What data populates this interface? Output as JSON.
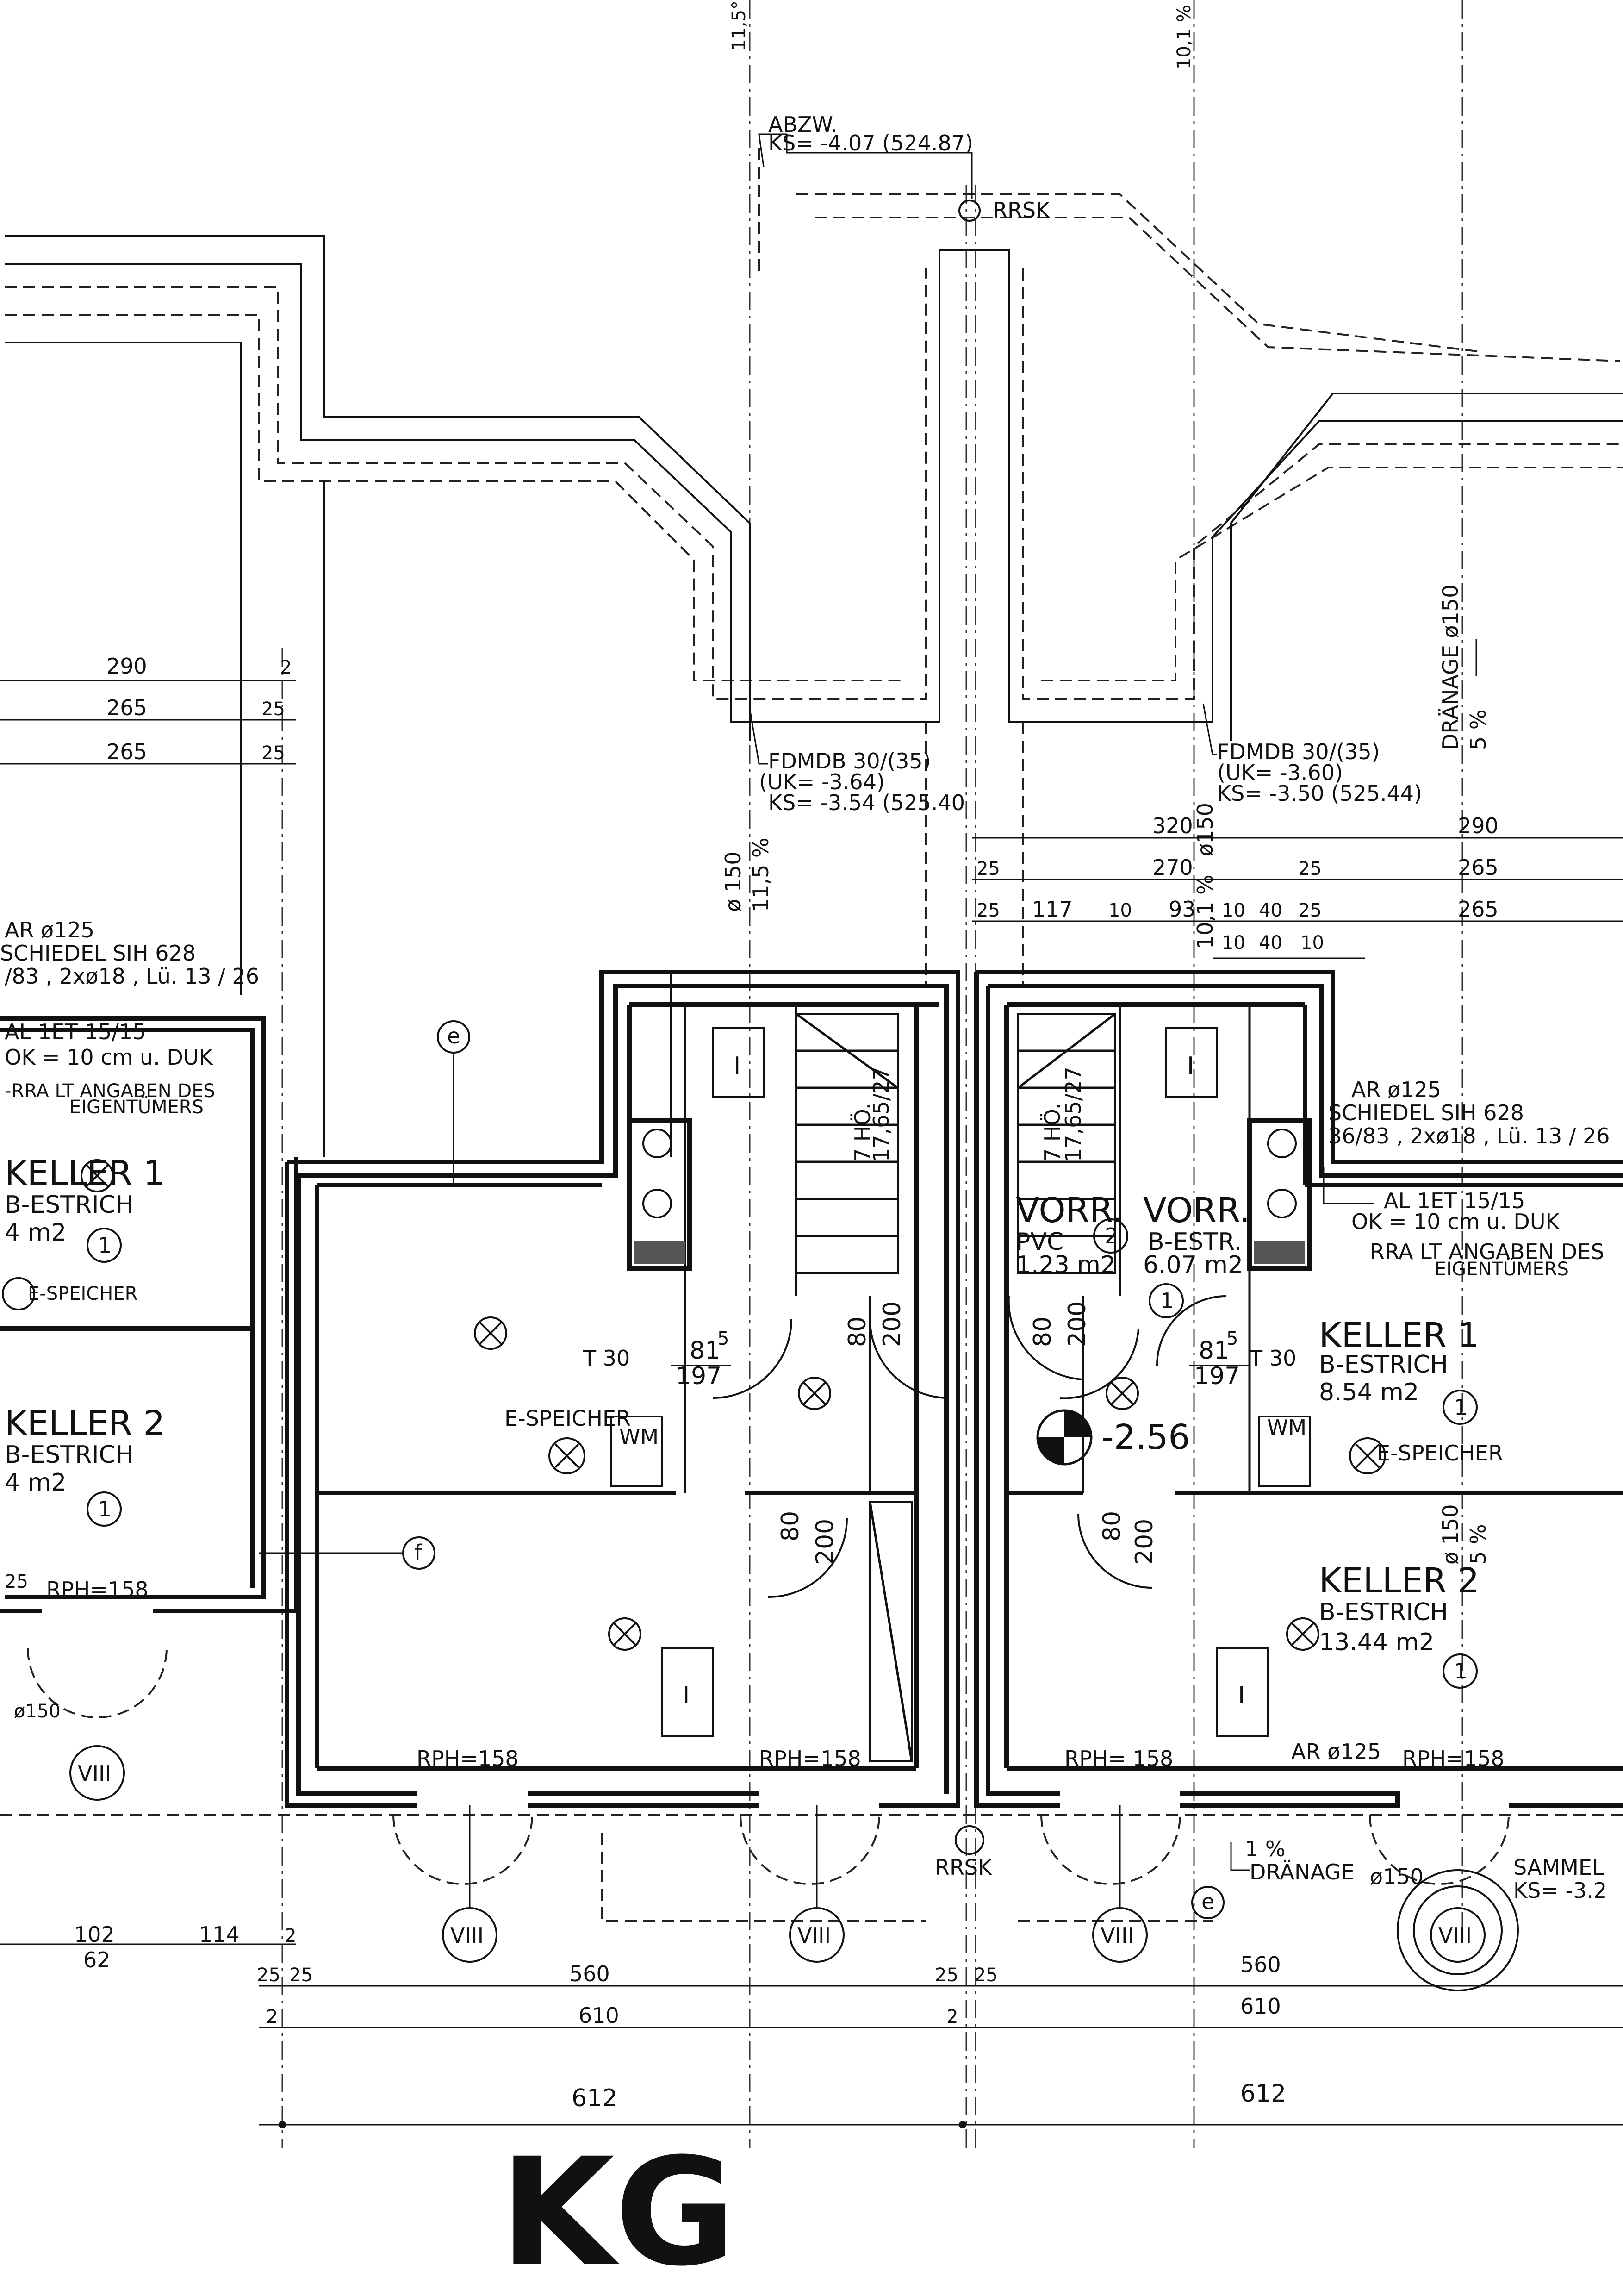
{
  "top": {
    "slope_left": "11,5°",
    "slope_right": "10,1 %",
    "abzw_label": "ABZW.",
    "abzw_ks": "KS= -4.07 (524.87)",
    "rrsk_top": "RRSK"
  },
  "dims_left": {
    "d290": "290",
    "d265a": "265",
    "d265b": "265",
    "d2": "2",
    "d25a": "25",
    "d25b": "25"
  },
  "fdmdb_left": {
    "l1": "FDMDB  30/(35)",
    "l2": "(UK= -3.64)",
    "l3": "KS= -3.54 (525.40"
  },
  "fdmdb_right": {
    "l1": "FDMDB  30/(35)",
    "l2": "(UK= -3.60)",
    "l3": "KS= -3.50 (525.44)"
  },
  "drain_right": {
    "label": "DRÄNAGE ø150",
    "slope": "5 %"
  },
  "mid_dims": {
    "d320": "320",
    "d290": "290",
    "d270": "270",
    "d265a": "265",
    "d265b": "265",
    "d25a": "25",
    "d25b": "25",
    "d25c": "25",
    "d25d": "25",
    "d117": "117",
    "d10a": "10",
    "d93": "93",
    "d10b": "10",
    "d40a": "40",
    "d10c": "10",
    "d40b": "40",
    "d10d": "10",
    "pipe_l": "ø 150",
    "pipe_l_slope": "11,5 %",
    "pipe_r": "ø150",
    "pipe_r_slope": "10,1 %"
  },
  "left_notes": {
    "ar": "AR ø125",
    "schiedel": "SCHIEDEL SIH 628",
    "schiedel_dim": "/83 , 2xø18 , Lü. 13 / 26",
    "al": "AL 1ET 15/15",
    "ok": "OK = 10 cm  u. DUK",
    "rra": "-RRA LT ANGABEN DES",
    "rra2": "EIGENTÜMERS"
  },
  "right_notes": {
    "ar": "AR ø125",
    "schiedel": "SCHIEDEL SIH 628",
    "schiedel_dim": "36/83 , 2xø18 , Lü. 13 / 26",
    "al": "AL 1ET 15/15",
    "ok": "OK = 10 cm  u. DUK",
    "rra": "RRA LT ANGABEN DES",
    "rra2": "EIGENTÜMERS"
  },
  "rooms_left_edge": {
    "k1": "KELLER 1",
    "k1_floor": "B-ESTRICH",
    "k1_area": "4 m2",
    "k1_num": "1",
    "espeicher": "E-SPEICHER",
    "k2": "KELLER 2",
    "k2_floor": "B-ESTRICH",
    "k2_area": "4 m2",
    "k2_num": "1",
    "d25": "25",
    "rph": "RPH=158",
    "pipe": "ø150",
    "viii": "VIII"
  },
  "unit_left": {
    "marker_e": "e",
    "marker_f": "f",
    "stair": "7 HÖ.",
    "stair_dim": "17,65/27",
    "t30": "T 30",
    "door_w": "81",
    "door_w_sup": "5",
    "door_h": "197",
    "espeicher": "E-SPEICHER",
    "wm": "WM",
    "door1_w": "80",
    "door1_h": "200",
    "door2_w": "80",
    "door2_h": "200",
    "rph1": "RPH=158",
    "rph2": "RPH=158",
    "window": "I",
    "window2": "I"
  },
  "unit_right": {
    "vorr1": "VORR.",
    "vorr1_floor": "PVC",
    "vorr1_area": "1.23 m2",
    "vorr1_num": "2",
    "vorr2": "VORR.",
    "vorr2_floor": "B-ESTR.",
    "vorr2_area": "6.07 m2",
    "vorr2_num": "1",
    "stair": "7 HÖ.",
    "stair_dim": "17,65/27",
    "door_a_w": "80",
    "door_a_h": "200",
    "k1": "KELLER 1",
    "k1_floor": "B-ESTRICH",
    "k1_area": "8.54 m2",
    "k1_num": "1",
    "door_w": "81",
    "door_w_sup": "5",
    "door_h": "197",
    "t30": "T 30",
    "level": "-2.56",
    "wm": "WM",
    "espeicher": "E-SPEICHER",
    "door_b_w": "80",
    "door_b_h": "200",
    "pipe": "ø 150",
    "pipe_slope": "5 %",
    "k2": "KELLER 2",
    "k2_floor": "B-ESTRICH",
    "k2_area": "13.44 m2",
    "k2_num": "1",
    "rph1": "RPH= 158",
    "ar": "AR ø125",
    "rph2": "RPH=158",
    "window": "I",
    "window2": "I"
  },
  "bottom": {
    "rrsk": "RRSK",
    "drain_slope": "1 %",
    "drain": "DRÄNAGE",
    "drain_pipe": "ø150",
    "marker_e": "e",
    "sammel": "SAMMEL",
    "sammel_ks": "KS= -3.2",
    "viii_a": "VIII",
    "viii_b": "VIII",
    "viii_c": "VIII",
    "viii_d": "VIII",
    "d102": "102",
    "d62": "62",
    "d114": "114",
    "d2a": "2",
    "d25a": "25",
    "d25b": "25",
    "d560a": "560",
    "d2b": "2",
    "d610a": "610",
    "d25c": "25",
    "d25d": "25",
    "d560b": "560",
    "d2c": "2",
    "d610b": "610",
    "d612a": "612",
    "d612b": "612"
  },
  "stamp": "KG"
}
